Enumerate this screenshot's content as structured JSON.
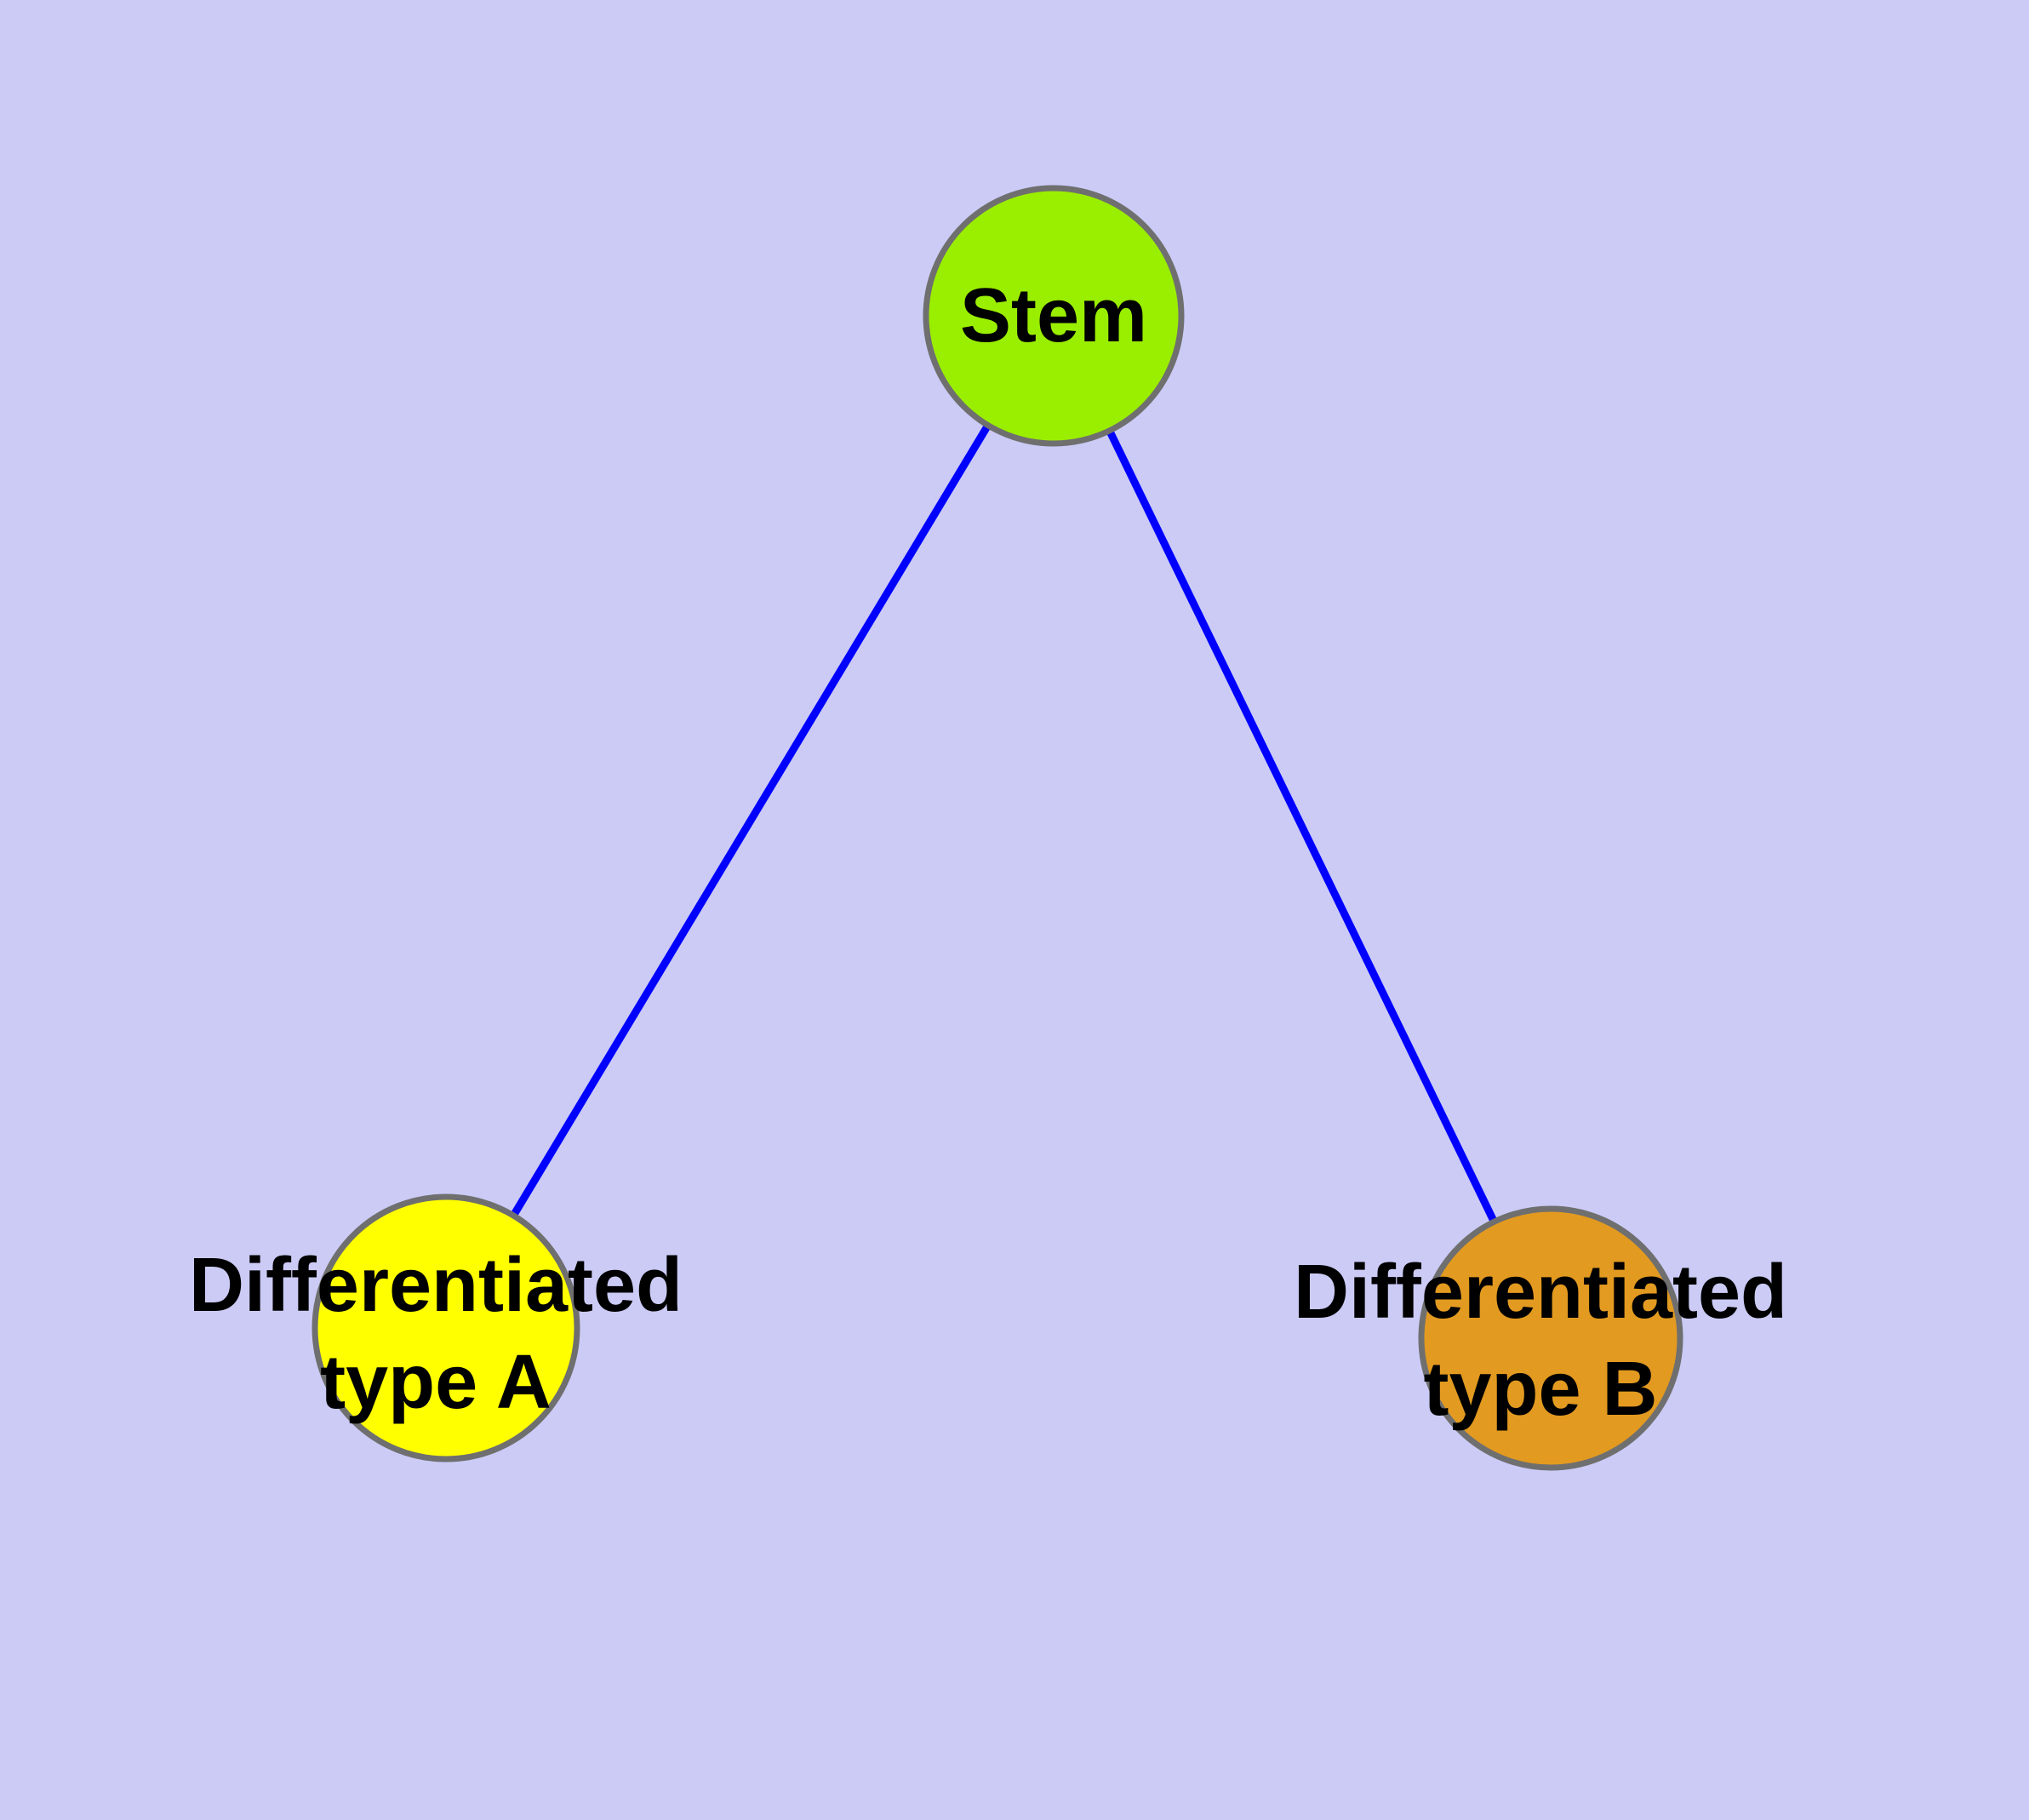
{
  "canvas": {
    "background_color": "#cbcbf6"
  },
  "graph": {
    "type": "node-link-diagram",
    "style": {
      "edge_color": "#0000ff",
      "node_border_color": "#6f6f6f",
      "label_color": "#000000"
    },
    "nodes": [
      {
        "id": "stem",
        "label": "Stem",
        "color": "#9aee00"
      },
      {
        "id": "differentiated-type-a",
        "label": "Differentiated type A",
        "label_lines": [
          "Differentiated",
          "type A"
        ],
        "color": "#ffff00"
      },
      {
        "id": "differentiated-type-b",
        "label": "Differentiated type B",
        "label_lines": [
          "Differentiated",
          "type B"
        ],
        "color": "#e29a20"
      }
    ],
    "edges": [
      {
        "source": "Stem",
        "target": "Differentiated type A"
      },
      {
        "source": "Stem",
        "target": "Differentiated type B"
      }
    ]
  }
}
